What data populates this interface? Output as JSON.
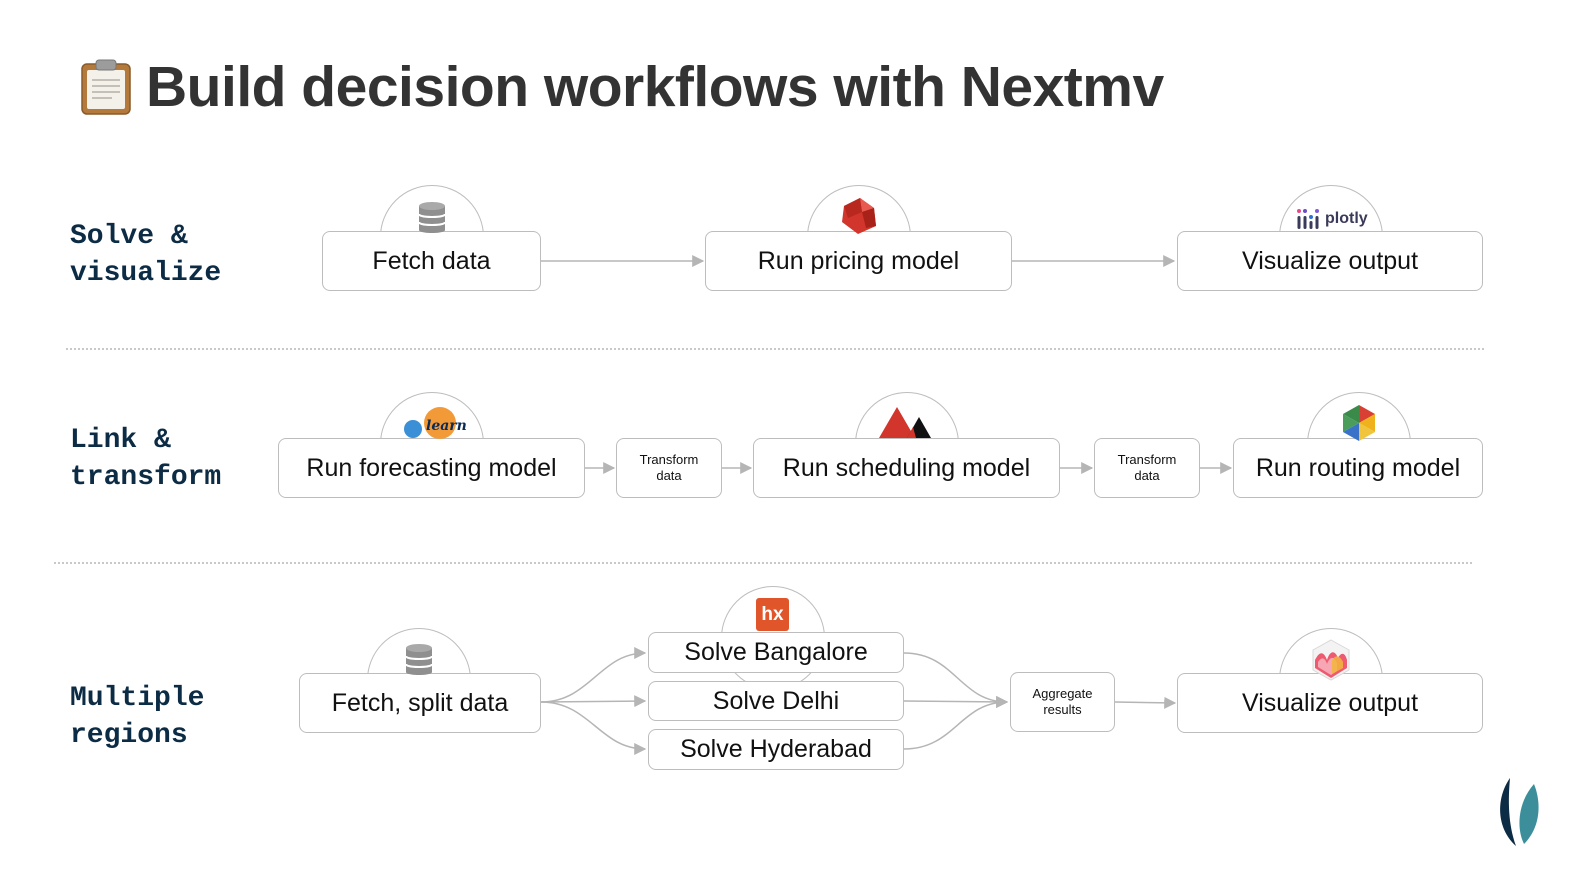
{
  "title": {
    "text": "Build decision workflows with Nextmv",
    "icon": "clipboard-icon"
  },
  "rows": [
    {
      "label": "Solve &\nvisualize",
      "nodes": [
        {
          "label": "Fetch data",
          "icon": "database-icon"
        },
        {
          "label": "Run pricing model",
          "icon": "ruby-gem-icon"
        },
        {
          "label": "Visualize output",
          "icon": "plotly-logo-icon",
          "icon_text": "plotly"
        }
      ]
    },
    {
      "label": "Link &\ntransform",
      "nodes": [
        {
          "label": "Run forecasting model",
          "icon": "scikit-learn-logo-icon",
          "icon_text": "learn"
        },
        {
          "line1": "Transform",
          "line2": "data"
        },
        {
          "label": "Run scheduling model",
          "icon": "mountain-logo-icon"
        },
        {
          "line1": "Transform",
          "line2": "data"
        },
        {
          "label": "Run routing model",
          "icon": "or-tools-hexagon-icon"
        }
      ]
    },
    {
      "label": "Multiple\nregions",
      "nodes": [
        {
          "label": "Fetch, split data",
          "icon": "database-icon"
        },
        {
          "label": "Solve Bangalore",
          "icon": "hexaly-logo-icon",
          "icon_text": "hx"
        },
        {
          "label": "Solve Delhi"
        },
        {
          "label": "Solve Hyderabad"
        },
        {
          "line1": "Aggregate",
          "line2": "results"
        },
        {
          "label": "Visualize output",
          "icon": "streamlit-chart-icon"
        }
      ]
    }
  ],
  "brand": {
    "icon": "nextmv-leaf-logo-icon"
  },
  "colors": {
    "text": "#333333",
    "label": "#0c2b44",
    "border": "#bdbdbd",
    "arrow": "#b5b5b5",
    "accent_red": "#d1352b",
    "teal": "#2e7d86"
  }
}
